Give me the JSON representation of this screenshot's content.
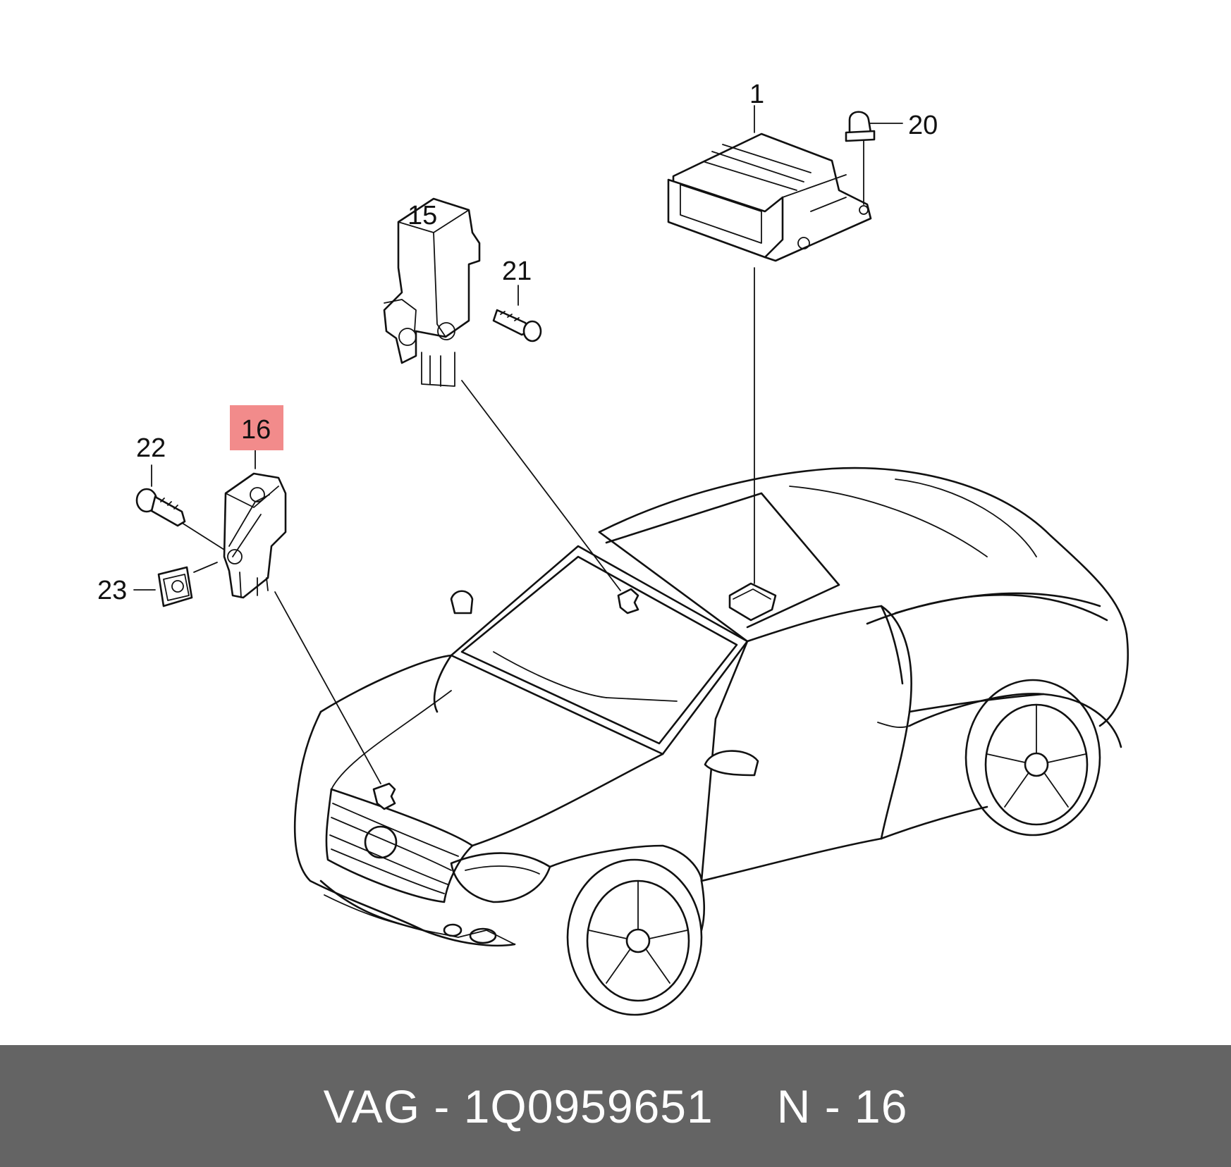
{
  "callouts": {
    "c1": "1",
    "c15": "15",
    "c16": "16",
    "c20": "20",
    "c21": "21",
    "c22": "22",
    "c23": "23"
  },
  "highlight": {
    "part": "16",
    "color": "#f28b8b"
  },
  "footer": {
    "part_number": "VAG - 1Q0959651",
    "position": "N - 16"
  }
}
